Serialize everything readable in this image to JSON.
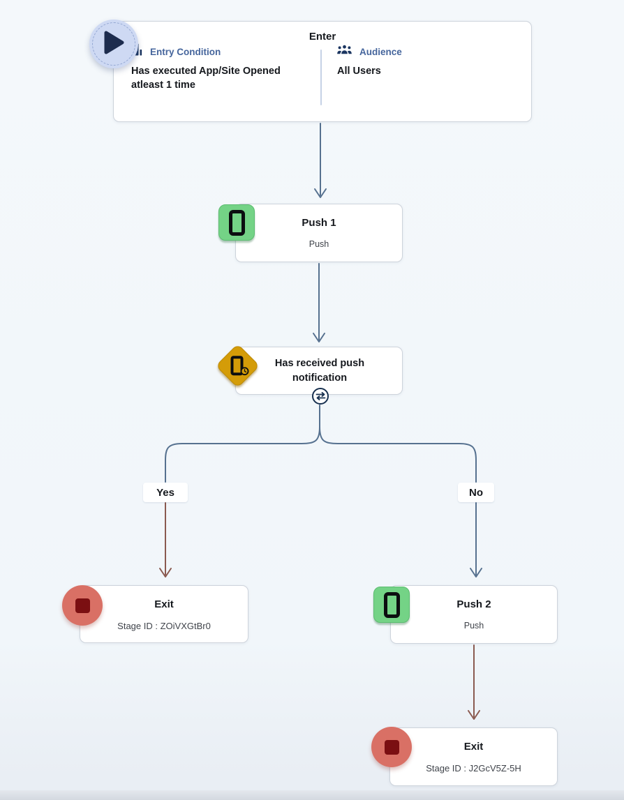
{
  "canvas": {
    "type": "journey-flow-canvas"
  },
  "enter_node": {
    "title": "Enter",
    "entry_condition": {
      "label": "Entry Condition",
      "value": "Has executed App/Site Opened atleast 1 time"
    },
    "audience": {
      "label": "Audience",
      "value": "All Users"
    }
  },
  "nodes": {
    "push1": {
      "title": "Push 1",
      "subtitle": "Push"
    },
    "condition": {
      "title": "Has received push notification"
    },
    "exit_yes": {
      "title": "Exit",
      "subtitle": "Stage ID : ZOiVXGtBr0"
    },
    "push2": {
      "title": "Push 2",
      "subtitle": "Push"
    },
    "exit_no": {
      "title": "Exit",
      "subtitle": "Stage ID : J2GcV5Z-5H"
    }
  },
  "branches": {
    "yes": "Yes",
    "no": "No"
  },
  "icons": {
    "play": "play-triangle",
    "entry": "door-icon",
    "audience": "people-group-icon",
    "push": "mobile-phone-icon",
    "condition": "phone-with-clock-diamond-icon",
    "split": "two-way-arrows-icon",
    "exit": "stop-square-icon"
  },
  "colors": {
    "connector_blue": "#56718f",
    "connector_brown": "#8a5a50",
    "label_blue": "#45659c",
    "icon_navy": "#1c3661",
    "push_green": "#74d386",
    "condition_gold": "#d49c08",
    "exit_salmon": "#d97065",
    "exit_maroon": "#7b0f12"
  }
}
